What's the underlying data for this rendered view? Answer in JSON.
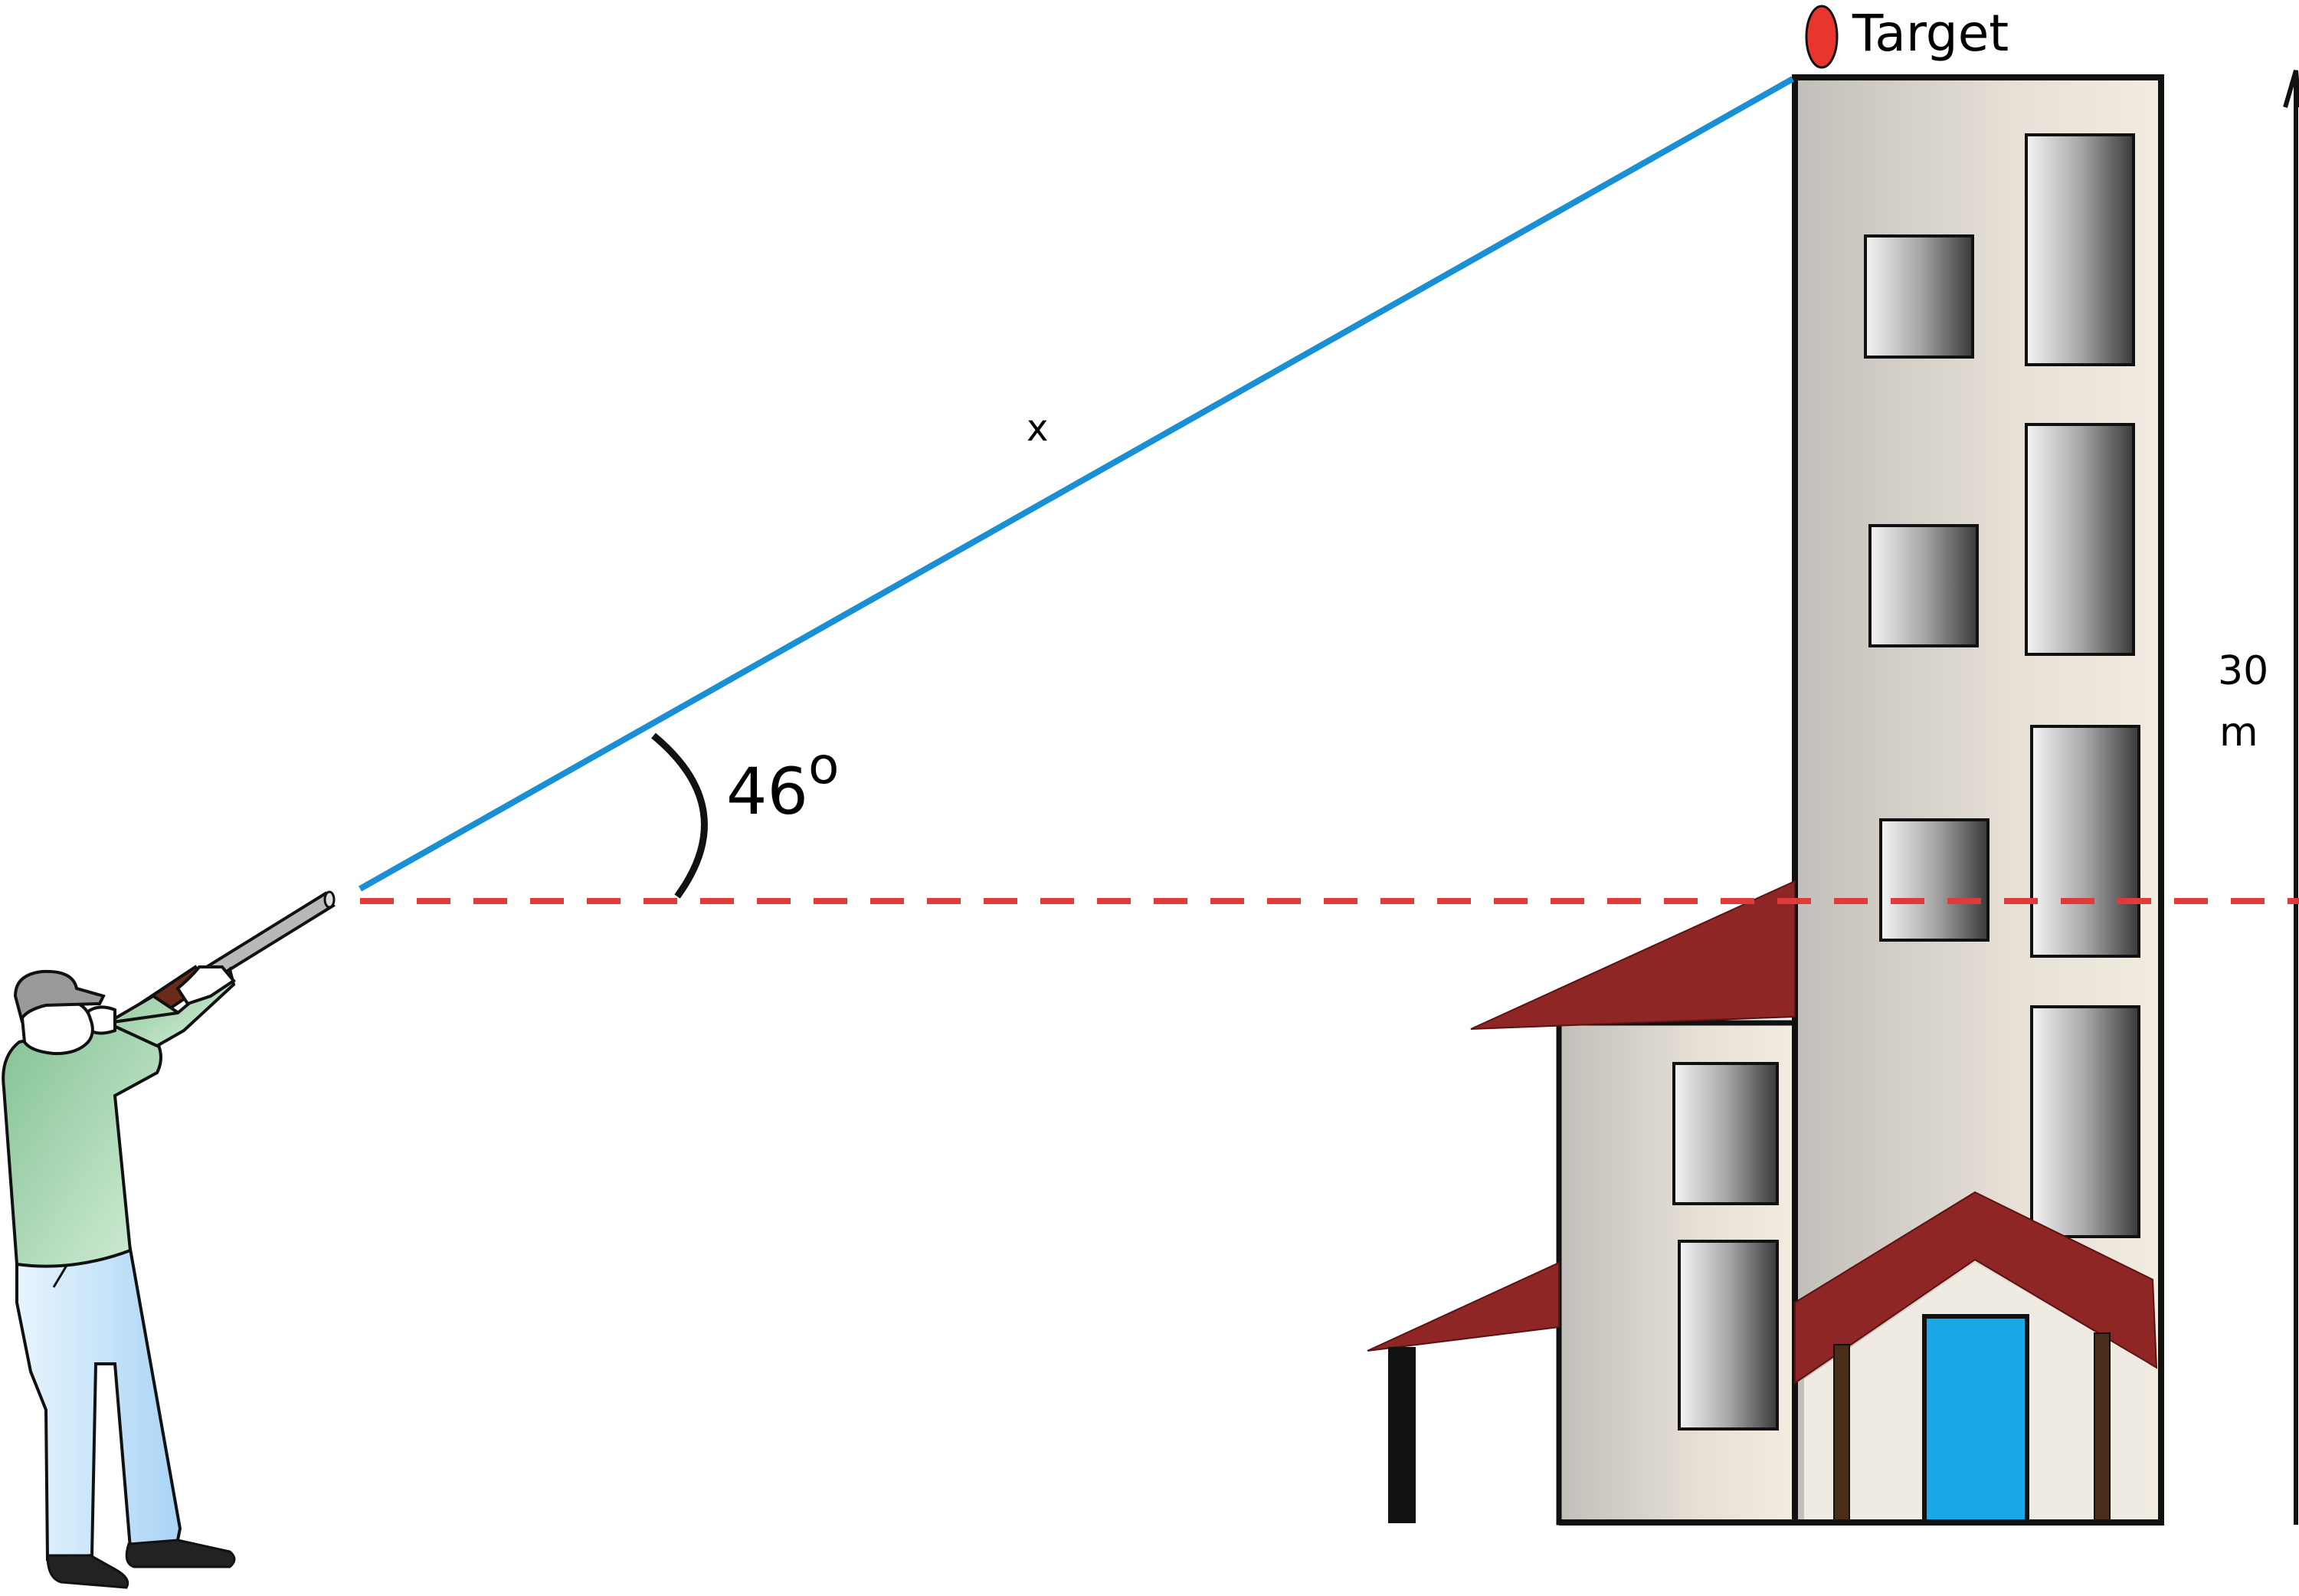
{
  "labels": {
    "target": "Target",
    "hypotenuse": "x",
    "angle_value": "46",
    "angle_degree_mark": "o",
    "height_value": "30",
    "height_unit": "m"
  },
  "colors": {
    "sight_line": "#1a8fd4",
    "horizontal_dashed": "#e03a3a",
    "target": "#e8352e",
    "roof": "#8e2626",
    "door": "#1aa9e8",
    "wall": "#d8d3cb",
    "outline": "#111111",
    "shirt": "#a9d9b0",
    "trousers": "#cfe8fb"
  }
}
